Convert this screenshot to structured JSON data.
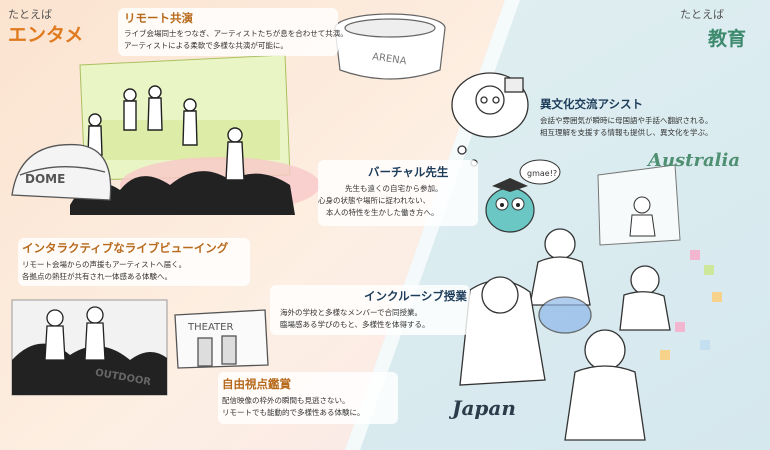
{
  "left": {
    "label_small": "たとえば",
    "label_big": "エンタメ",
    "accent_color": "#e07a1f",
    "sections": [
      {
        "title": "リモート共演",
        "lines": [
          "ライブ会場同士をつなぎ、アーティストたちが息を合わせて共演。",
          "アーティストによる柔軟で多様な共演が可能に。"
        ]
      },
      {
        "title": "インタラクティブなライブビューイング",
        "lines": [
          "リモート会場からの声援もアーティストへ届く。",
          "各拠点の熱狂が共有され一体感ある体験へ。"
        ]
      },
      {
        "title": "自由視点鑑賞",
        "lines": [
          "配信映像の枠外の瞬間も見逃さない。",
          "リモートでも能動的で多様性ある体験に。"
        ]
      }
    ],
    "venue_labels": {
      "dome": "DOME",
      "arena": "ARENA",
      "theater": "THEATER",
      "outdoor": "OUTDOOR"
    }
  },
  "right": {
    "label_small": "たとえば",
    "label_big": "教育",
    "accent_color": "#3e8a6e",
    "sections": [
      {
        "title": "異文化交流アシスト",
        "lines": [
          "会話や雰囲気が瞬時に母国語や手話へ翻訳される。",
          "相互理解を支援する情報も提供し、異文化を学ぶ。"
        ]
      },
      {
        "title": "バーチャル先生",
        "lines": [
          "先生も遠くの自宅から参加。",
          "心身の状態や場所に捉われない、",
          "本人の特性を生かした働き方へ。"
        ]
      },
      {
        "title": "インクルーシブ授業",
        "lines": [
          "海外の学校と多様なメンバーで合同授業。",
          "臨場感ある学びのもと、多様性を体得する。"
        ]
      }
    ],
    "place_labels": {
      "australia": "Australia",
      "japan": "Japan"
    },
    "speech": "gmae!?"
  }
}
